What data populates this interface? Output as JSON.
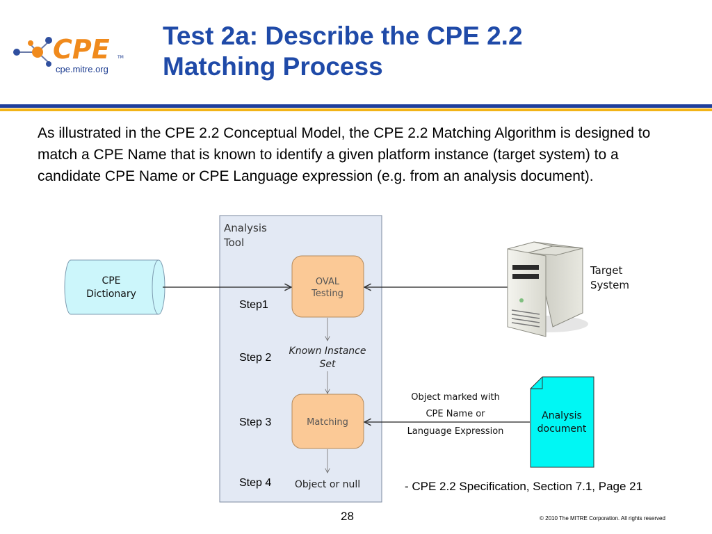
{
  "logo": {
    "brand": "CPE",
    "url": "cpe.mitre.org",
    "tm": "TM"
  },
  "slide": {
    "title_line1": "Test 2a: Describe the CPE 2.2",
    "title_line2": "Matching Process",
    "intro": "As illustrated in the CPE 2.2 Conceptual Model, the CPE 2.2 Matching Algorithm is designed to match a CPE Name that is known to identify a given platform instance (target system) to a candidate CPE Name or CPE Language expression (e.g. from an analysis document).",
    "citation": "- CPE 2.2 Specification, Section 7.1, Page 21",
    "page_number": "28",
    "copyright": "© 2010 The MITRE Corporation. All rights reserved"
  },
  "diagram": {
    "analysis_tool_line1": "Analysis",
    "analysis_tool_line2": "Tool",
    "cpe_dictionary_line1": "CPE",
    "cpe_dictionary_line2": "Dictionary",
    "oval_testing_line1": "OVAL",
    "oval_testing_line2": "Testing",
    "known_instance_line1": "Known Instance",
    "known_instance_line2": "Set",
    "matching": "Matching",
    "object_or_null": "Object or null",
    "target_system_line1": "Target",
    "target_system_line2": "System",
    "object_marked_line1": "Object marked with",
    "object_marked_line2": "CPE Name or",
    "object_marked_line3": "Language Expression",
    "analysis_document_line1": "Analysis",
    "analysis_document_line2": "document",
    "steps": [
      "Step1",
      "Step 2",
      "Step 3",
      "Step 4"
    ]
  },
  "colors": {
    "title_blue": "#1f4aa8",
    "rule_blue": "#1f3f9b",
    "rule_gold": "#f2b418",
    "analysis_panel": "#e3e9f4",
    "process_box": "#fbc996",
    "dictionary": "#ccf6fb",
    "document": "#00f7f4"
  }
}
